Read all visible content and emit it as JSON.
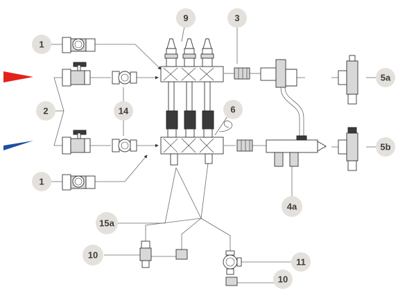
{
  "callouts": {
    "c1_top": "1",
    "c1_bottom": "1",
    "c2": "2",
    "c3": "3",
    "c4a": "4a",
    "c5a": "5a",
    "c5b": "5b",
    "c6": "6",
    "c9": "9",
    "c10_left": "10",
    "c10_bottom": "10",
    "c11": "11",
    "c14": "14",
    "c15a": "15a"
  },
  "colors": {
    "supply_arrow": "#e32119",
    "return_arrow": "#1d4fa0",
    "badge_fill": "#e4e1dc",
    "badge_text": "#3c3c3c"
  },
  "icons": {
    "supply_arrow": "red-flow-arrow-icon",
    "return_arrow": "blue-flow-arrow-icon"
  }
}
